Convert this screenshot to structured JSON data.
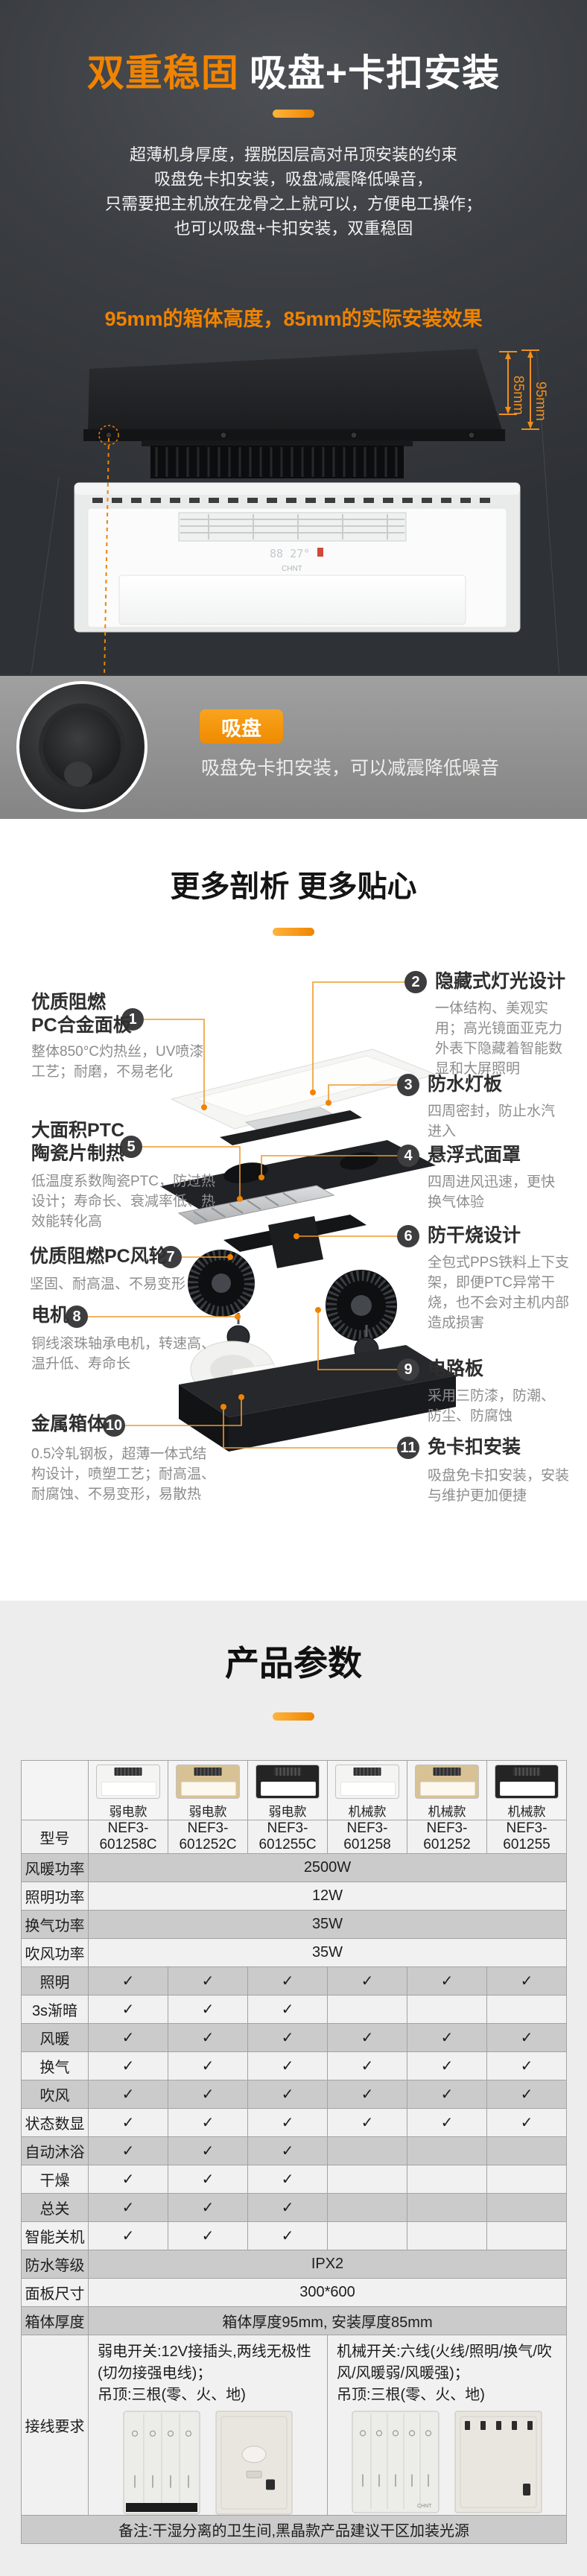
{
  "colors": {
    "accent": "#f08300",
    "check_color": "#3c3c3c",
    "row_dark": "#cbcbcb",
    "row_light": "#f1f1f1"
  },
  "hero": {
    "title_accent": "双重稳固",
    "title_rest": "吸盘+卡扣安装",
    "lines": [
      "超薄机身厚度，摆脱因层高对吊顶安装的约束",
      "吸盘免卡扣安装，吸盘减震降低噪音，",
      "只需要把主机放在龙骨之上就可以，方便电工操作；",
      "也可以吸盘+卡扣安装，双重稳固"
    ],
    "subtitle": "95mm的箱体高度，85mm的实际安装效果",
    "dim_outer": "95mm",
    "dim_inner": "85mm",
    "display_readout": "88 27°",
    "brand": "CHNT",
    "suction": {
      "badge": "吸盘",
      "text": "吸盘免卡扣安装，可以减震降低噪音"
    }
  },
  "analysis": {
    "title": "更多剖析 更多贴心",
    "callouts": [
      {
        "num": "1",
        "title": [
          "优质阻燃",
          "PC合金面板"
        ],
        "desc": "整体850°C灼热丝，UV喷漆工艺；耐磨，不易老化"
      },
      {
        "num": "2",
        "title": [
          "隐藏式灯光设计"
        ],
        "desc": "一体结构、美观实用；高光镜面亚克力外表下隐藏着智能数显和大屏照明"
      },
      {
        "num": "3",
        "title": [
          "防水灯板"
        ],
        "desc": "四周密封，防止水汽进入"
      },
      {
        "num": "4",
        "title": [
          "悬浮式面罩"
        ],
        "desc": "四周进风迅速，更快换气体验"
      },
      {
        "num": "5",
        "title": [
          "大面积PTC",
          "陶瓷片制热"
        ],
        "desc": "低温度系数陶瓷PTC，防过热设计；寿命长、衰减率低、热效能转化高"
      },
      {
        "num": "6",
        "title": [
          "防干烧设计"
        ],
        "desc": "全包式PPS铁料上下支架，即便PTC异常干烧，也不会对主机内部造成损害"
      },
      {
        "num": "7",
        "title": [
          "优质阻燃PC风轮"
        ],
        "desc": "坚固、耐高温、不易变形"
      },
      {
        "num": "8",
        "title": [
          "电机"
        ],
        "desc": "铜线滚珠轴承电机，转速高、温升低、寿命长"
      },
      {
        "num": "9",
        "title": [
          "电路板"
        ],
        "desc": "采用三防漆，防潮、防尘、防腐蚀"
      },
      {
        "num": "10",
        "title": [
          "金属箱体"
        ],
        "desc": "0.5冷轧钢板，超薄一体式结构设计，喷塑工艺；耐高温、耐腐蚀、不易变形，易散热"
      },
      {
        "num": "11",
        "title": [
          "免卡扣安装"
        ],
        "desc": "吸盘免卡扣安装，安装与维护更加便捷"
      }
    ]
  },
  "params": {
    "title": "产品参数",
    "variants": [
      {
        "label": "弱电款",
        "body": "#f4f4f2",
        "panel": "#ffffff"
      },
      {
        "label": "弱电款",
        "body": "#d8c295",
        "panel": "#fdf8ee"
      },
      {
        "label": "弱电款",
        "body": "#242424",
        "panel": "#ffffff"
      },
      {
        "label": "机械款",
        "body": "#f4f4f2",
        "panel": "#ffffff"
      },
      {
        "label": "机械款",
        "body": "#d8c295",
        "panel": "#fdf8ee"
      },
      {
        "label": "机械款",
        "body": "#242424",
        "panel": "#ffffff"
      }
    ],
    "model_label": "型号",
    "models": [
      "NEF3-601258C",
      "NEF3-601252C",
      "NEF3-601255C",
      "NEF3-601258",
      "NEF3-601252",
      "NEF3-601255"
    ],
    "rows": [
      {
        "label": "风暖功率",
        "type": "span",
        "value": "2500W"
      },
      {
        "label": "照明功率",
        "type": "span",
        "value": "12W"
      },
      {
        "label": "换气功率",
        "type": "span",
        "value": "35W"
      },
      {
        "label": "吹风功率",
        "type": "span",
        "value": "35W"
      },
      {
        "label": "照明",
        "type": "checks",
        "checks": [
          1,
          1,
          1,
          1,
          1,
          1
        ]
      },
      {
        "label": "3s渐暗",
        "type": "checks",
        "checks": [
          1,
          1,
          1,
          0,
          0,
          0
        ]
      },
      {
        "label": "风暖",
        "type": "checks",
        "checks": [
          1,
          1,
          1,
          1,
          1,
          1
        ]
      },
      {
        "label": "换气",
        "type": "checks",
        "checks": [
          1,
          1,
          1,
          1,
          1,
          1
        ]
      },
      {
        "label": "吹风",
        "type": "checks",
        "checks": [
          1,
          1,
          1,
          1,
          1,
          1
        ]
      },
      {
        "label": "状态数显",
        "type": "checks",
        "checks": [
          1,
          1,
          1,
          1,
          1,
          1
        ]
      },
      {
        "label": "自动沐浴",
        "type": "checks",
        "checks": [
          1,
          1,
          1,
          0,
          0,
          0
        ]
      },
      {
        "label": "干燥",
        "type": "checks",
        "checks": [
          1,
          1,
          1,
          0,
          0,
          0
        ]
      },
      {
        "label": "总关",
        "type": "checks",
        "checks": [
          1,
          1,
          1,
          0,
          0,
          0
        ]
      },
      {
        "label": "智能关机",
        "type": "checks",
        "checks": [
          1,
          1,
          1,
          0,
          0,
          0
        ]
      },
      {
        "label": "防水等级",
        "type": "span",
        "value": "IPX2"
      },
      {
        "label": "面板尺寸",
        "type": "span",
        "value": "300*600"
      },
      {
        "label": "箱体厚度",
        "type": "span",
        "value": "箱体厚度95mm, 安装厚度85mm"
      }
    ],
    "wiring": {
      "label": "接线要求",
      "left_lines": [
        "弱电开关:12V接插头,两线无极性(切勿接强电线)；",
        "吊顶:三根(零、火、地)"
      ],
      "right_lines": [
        "机械开关:六线(火线/照明/换气/吹风/风暖弱/风暖强)；",
        "吊顶:三根(零、火、地)"
      ],
      "brand": "CHNT"
    },
    "note": "备注:干湿分离的卫生间,黑晶款产品建议干区加装光源",
    "check_glyph": "✓"
  }
}
